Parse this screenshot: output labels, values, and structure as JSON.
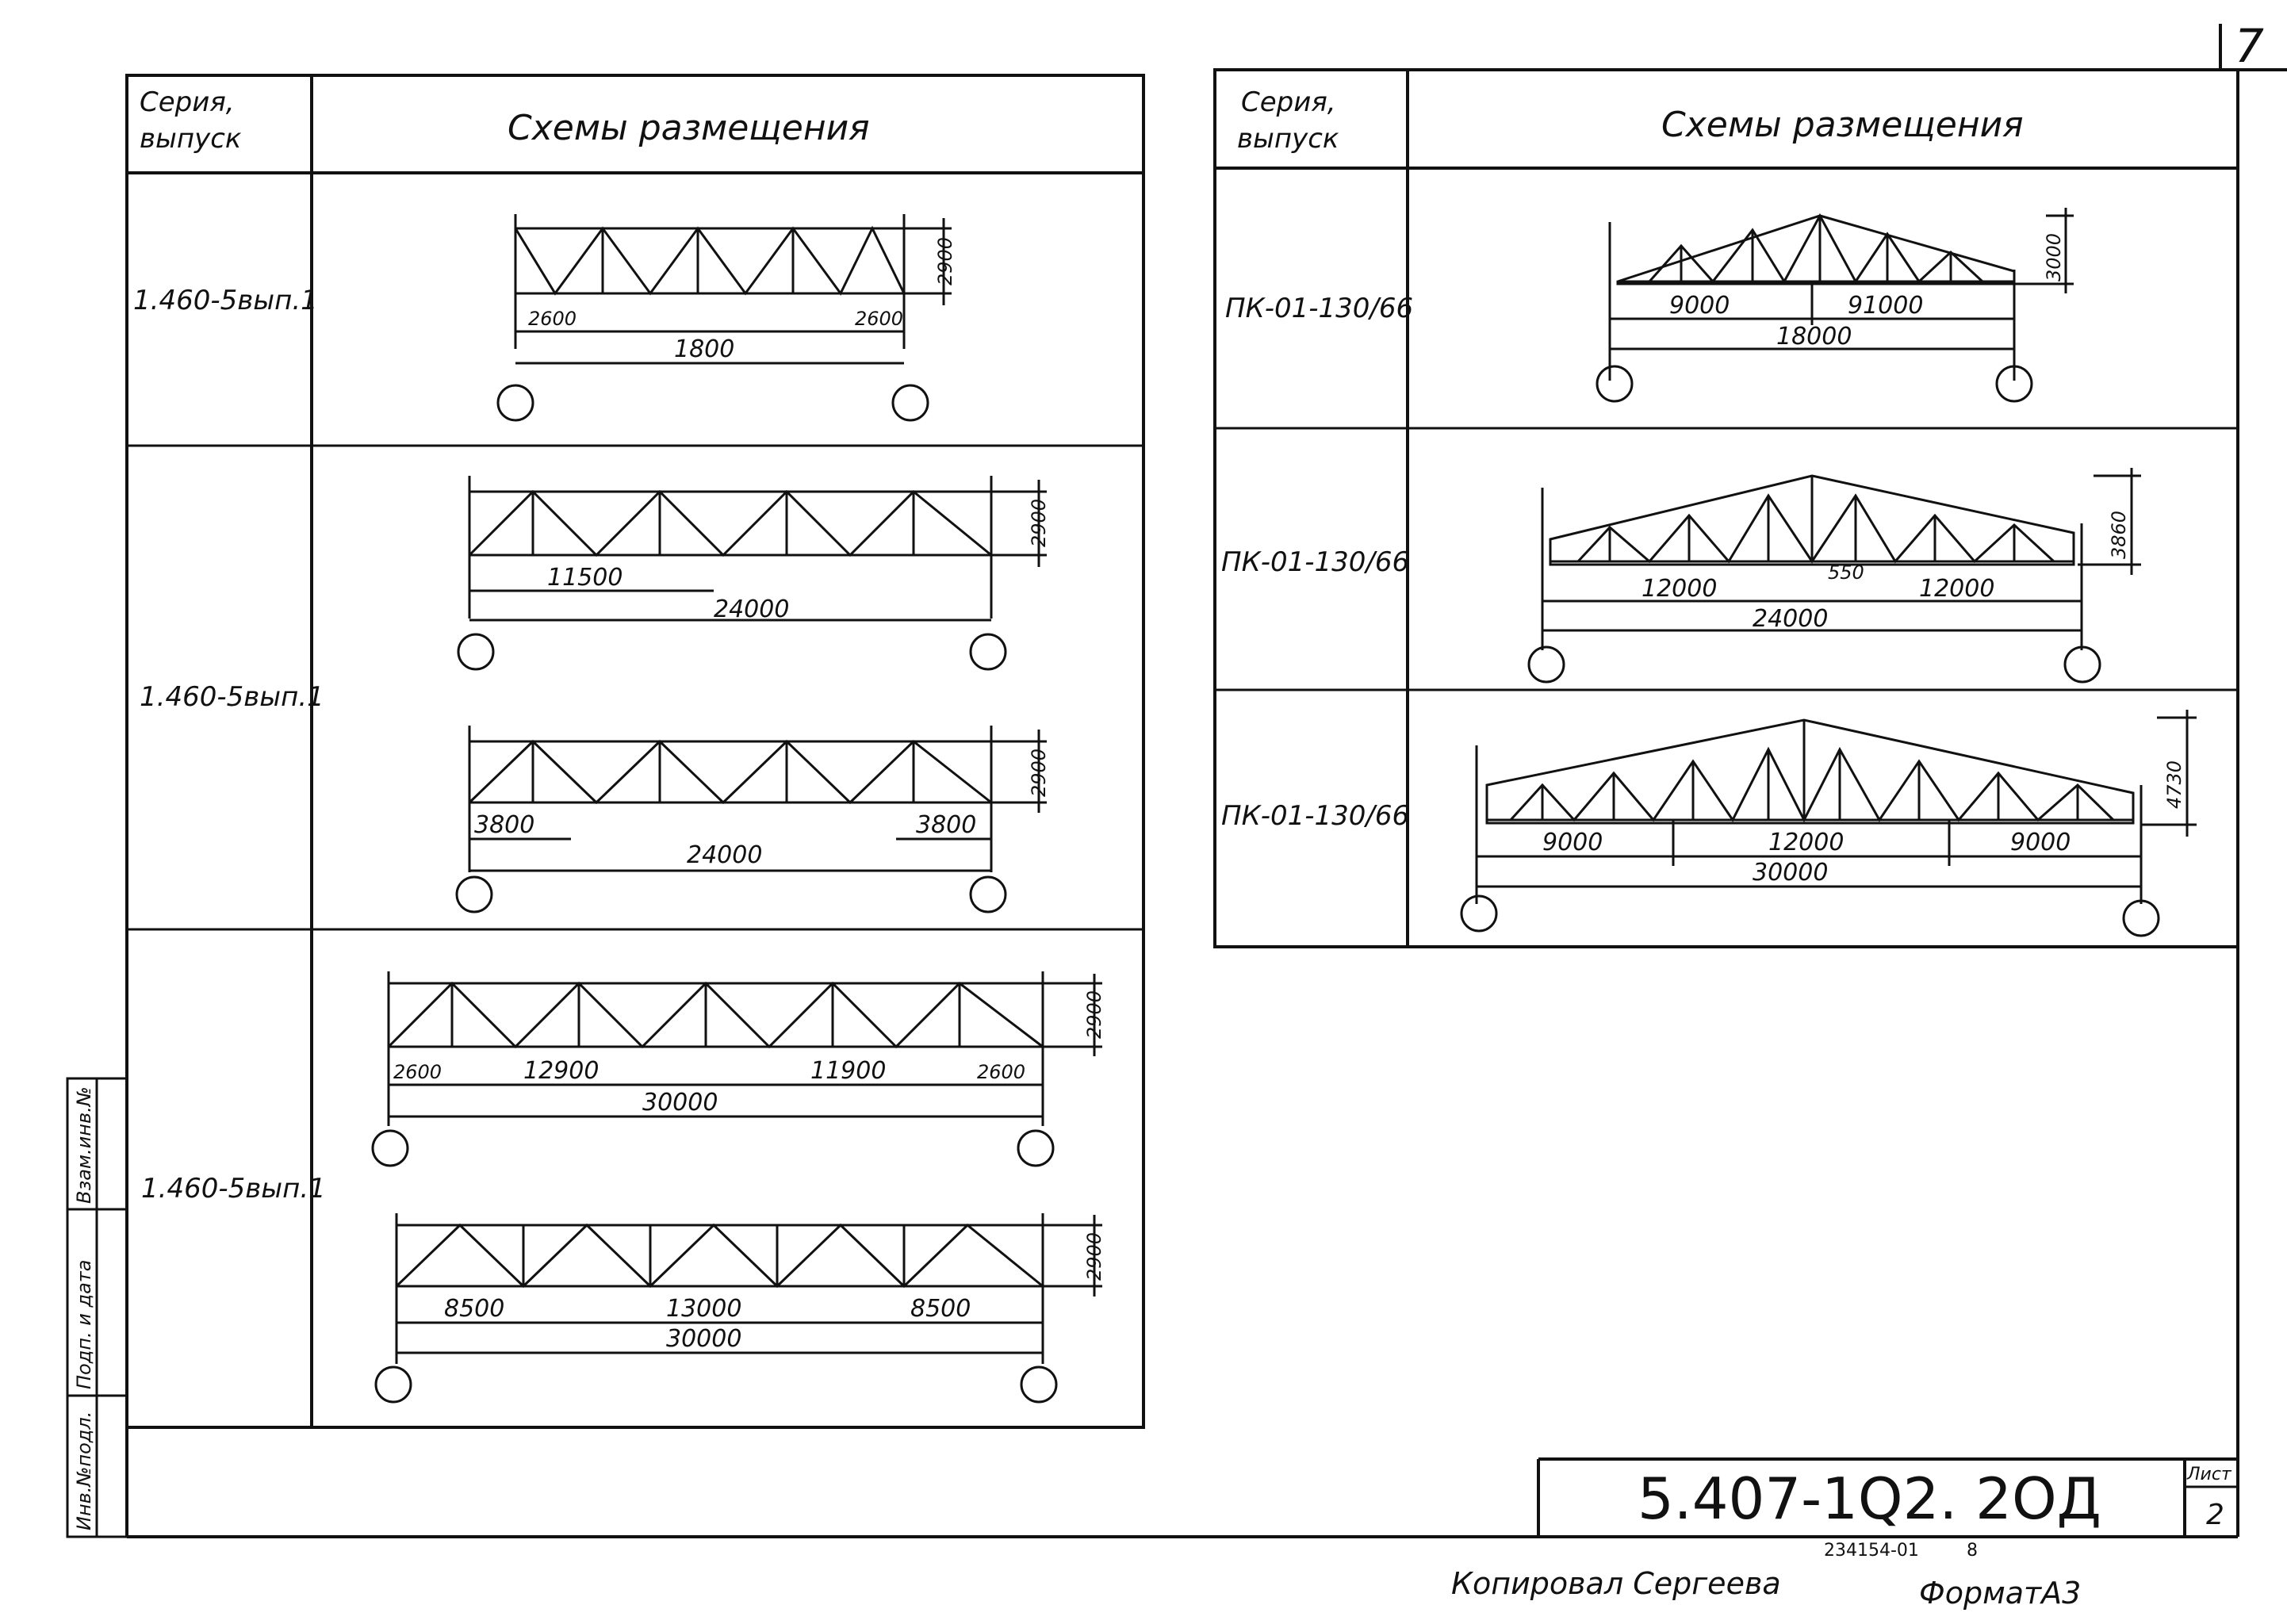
{
  "page_number": "7",
  "left_table": {
    "col_header_series": [
      "Серия,",
      "выпуск"
    ],
    "col_header_schemes": "Схемы размещения",
    "rows": [
      {
        "series": "1.460-5вып.1",
        "dims": [
          "2600",
          "2600",
          "1800",
          "2900"
        ]
      },
      {
        "series": "1.460-5вып.1",
        "dims": [
          "11500",
          "24000",
          "2900",
          "3800",
          "3800",
          "24000",
          "2900"
        ]
      },
      {
        "series": "1.460-5вып.1",
        "dims": [
          "2600",
          "12900",
          "11900",
          "2600",
          "30000",
          "2900",
          "8500",
          "13000",
          "8500",
          "30000",
          "2900"
        ]
      }
    ]
  },
  "right_table": {
    "col_header_series": [
      "Серия,",
      "выпуск"
    ],
    "col_header_schemes": "Схемы размещения",
    "rows": [
      {
        "series": "ПК-01-130/66",
        "dims": [
          "9000",
          "91000",
          "18000",
          "3000"
        ]
      },
      {
        "series": "ПК-01-130/66",
        "dims": [
          "12000",
          "550",
          "12000",
          "24000",
          "3860"
        ]
      },
      {
        "series": "ПК-01-130/66",
        "dims": [
          "9000",
          "12000",
          "9000",
          "30000",
          "4730"
        ]
      }
    ]
  },
  "side_stamp": [
    "Инв.№подл.",
    "Подп. и дата",
    "Взам.инв.№"
  ],
  "title_block": {
    "code": "5.407-1Q2. 2ОД",
    "sheet_label": "Лист",
    "sheet_number": "2",
    "archive_number": "234154-01",
    "archive_suffix": "8"
  },
  "footer": {
    "copied_by": "Копировал Сергеева",
    "format": "ФорматА3"
  }
}
